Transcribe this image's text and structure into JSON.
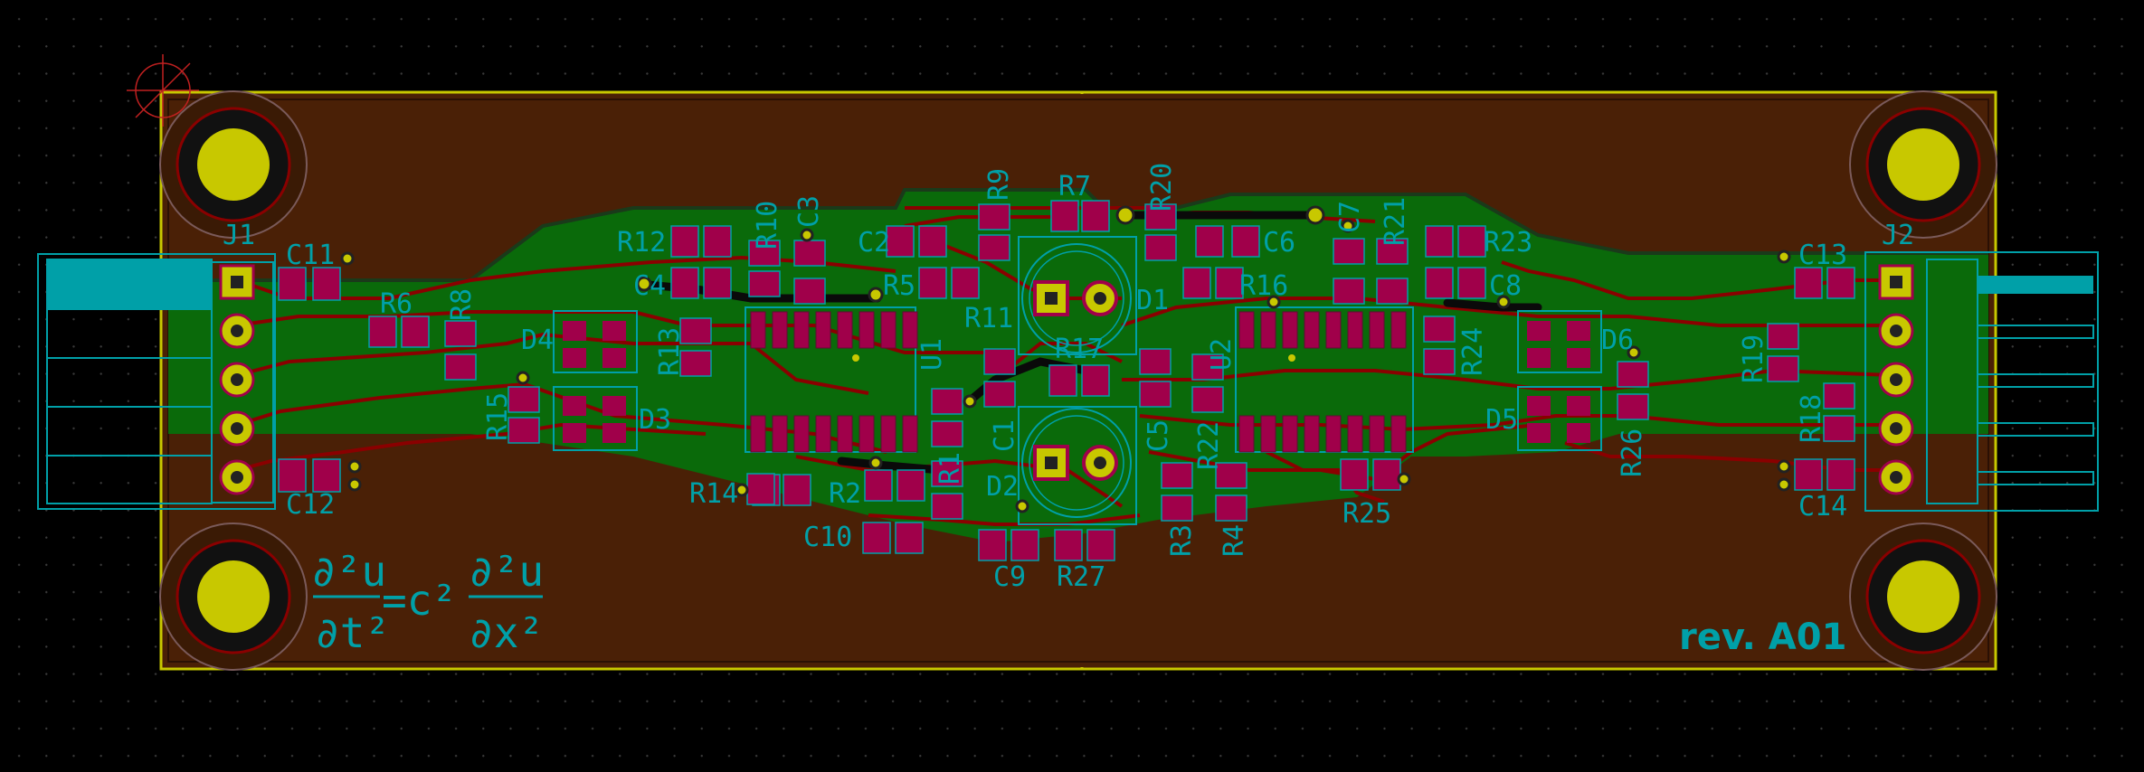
{
  "board": {
    "revision": "rev. A01",
    "formula": {
      "lhs_num": "∂²u",
      "lhs_den": "∂t²",
      "equals": "=c²",
      "rhs_num": "∂²u",
      "rhs_den": "∂x²"
    }
  },
  "colors": {
    "background": "#000000",
    "board_fill": "#4a2006",
    "board_edge": "#c8c800",
    "copper_pour": "#0a6a0a",
    "trace": "#8a0000",
    "pad": "#a0004a",
    "silkscreen": "#00a0a8",
    "through_hole": "#c8c800"
  },
  "references": {
    "J1": "J1",
    "J2": "J2",
    "C1": "C1",
    "C2": "C2",
    "C3": "C3",
    "C4": "C4",
    "C5": "C5",
    "C6": "C6",
    "C7": "C7",
    "C8": "C8",
    "C9": "C9",
    "C10": "C10",
    "C11": "C11",
    "C12": "C12",
    "C13": "C13",
    "C14": "C14",
    "R1": "R1",
    "R2": "R2",
    "R3": "R3",
    "R4": "R4",
    "R5": "R5",
    "R6": "R6",
    "R7": "R7",
    "R8": "R8",
    "R9": "R9",
    "R10": "R10",
    "R11": "R11",
    "R12": "R12",
    "R13": "R13",
    "R14": "R14",
    "R15": "R15",
    "R16": "R16",
    "R17": "R17",
    "R18": "R18",
    "R19": "R19",
    "R20": "R20",
    "R21": "R21",
    "R22": "R22",
    "R23": "R23",
    "R24": "R24",
    "R25": "R25",
    "R26": "R26",
    "R27": "R27",
    "D1": "D1",
    "D2": "D2",
    "D3": "D3",
    "D4": "D4",
    "D5": "D5",
    "D6": "D6",
    "U1": "U1",
    "U2": "U2"
  }
}
